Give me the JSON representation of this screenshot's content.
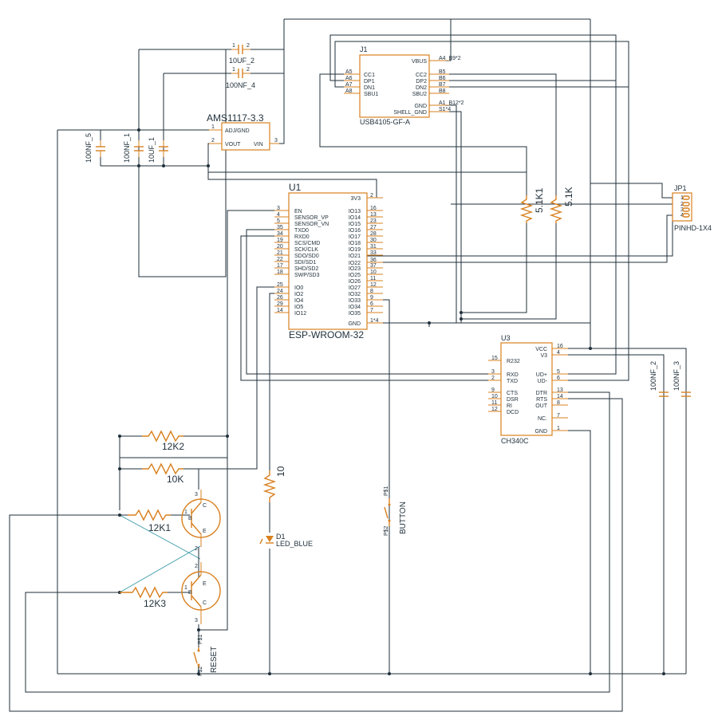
{
  "parts": {
    "c_10uf_2": "10UF_2",
    "c_100nf_4": "100NF_4",
    "c_100nf_5": "100NF_5",
    "c_100nf_1": "100NF_1",
    "c_10uf_1": "10UF_1",
    "c_100nf_2": "100NF_2",
    "c_100nf_3": "100NF_3",
    "regulator": "AMS1117-3.3",
    "reg_pins": {
      "adj": "ADJ/GND",
      "vout": "VOUT",
      "vin": "VIN",
      "p1": "1",
      "p2": "2",
      "p3": "3"
    },
    "j1_name": "J1",
    "j1_value": "USB4105-GF-A",
    "j1_left": [
      "A5",
      "A6",
      "A7",
      "A8"
    ],
    "j1_left_labels": [
      "CC1",
      "DP1",
      "DN1",
      "SBU1"
    ],
    "j1_right_labels": [
      "VBUS",
      "CC2",
      "DP2",
      "DN2",
      "SBU2",
      "GND",
      "SHELL_GND"
    ],
    "j1_right_pins": [
      "A4_B9*2",
      "B5",
      "B6",
      "B7",
      "B8",
      "A1_B12*2",
      "S1*4"
    ],
    "u1_name": "U1",
    "u1_value": "ESP-WROOM-32",
    "u1_left_pins": [
      "3",
      "4",
      "5",
      "35",
      "34",
      "19",
      "20",
      "21",
      "22",
      "17",
      "18",
      "25",
      "24",
      "26",
      "29",
      "14"
    ],
    "u1_left_labels": [
      "EN",
      "SENSOR_VP",
      "SENSOR_VN",
      "TXD0",
      "RXD0",
      "SCS/CMD",
      "SCK/CLK",
      "SDO/SD0",
      "SDI/SD1",
      "SHD/SD2",
      "SWP/SD3",
      "IO0",
      "IO2",
      "IO4",
      "IO5",
      "IO12"
    ],
    "u1_right_labels": [
      "3V3",
      "IO13",
      "IO14",
      "IO15",
      "IO16",
      "IO17",
      "IO18",
      "IO19",
      "IO21",
      "IO22",
      "IO23",
      "IO25",
      "IO26",
      "IO27",
      "IO32",
      "IO33",
      "IO34",
      "IO35",
      "GND"
    ],
    "u1_right_pins": [
      "2",
      "16",
      "13",
      "23",
      "27",
      "28",
      "30",
      "31",
      "33",
      "36",
      "37",
      "10",
      "11",
      "12",
      "8",
      "9",
      "6",
      "7",
      "1*4"
    ],
    "r_5k1_1": "5.1K1",
    "r_5k1": "5.1K",
    "jp1_name": "JP1",
    "jp1_value": "PINHD-1X4",
    "jp1_pins": [
      "1",
      "2",
      "3",
      "4"
    ],
    "u3_name": "U3",
    "u3_value": "CH340C",
    "u3_left_pins": [
      "15",
      "3",
      "2",
      "9",
      "10",
      "11",
      "12"
    ],
    "u3_left_labels": [
      "R232",
      "RXD",
      "TXD",
      "CTS",
      "DSR",
      "RI",
      "DCD"
    ],
    "u3_right_labels": [
      "VCC",
      "V3",
      "UD+",
      "UD-",
      "DTR",
      "RTS",
      "OUT",
      "NC.",
      "GND"
    ],
    "u3_right_pins": [
      "16",
      "4",
      "5",
      "6",
      "13",
      "14",
      "8",
      "7",
      "1"
    ],
    "r_12k2": "12K2",
    "r_10k": "10K",
    "r_12k1": "12K1",
    "r_12k3": "12K3",
    "r_10": "10",
    "led": "D1",
    "led_value": "LED_BLUE",
    "btn": "BUTTON",
    "btn_p1": "P$1",
    "btn_p2": "P$2",
    "reset": "RESET",
    "reset_p1": "P$1",
    "reset_p2": "P$2",
    "q_pins": {
      "c": "C",
      "b": "B",
      "e": "E",
      "n1": "1",
      "n2": "2",
      "n3": "3"
    }
  }
}
